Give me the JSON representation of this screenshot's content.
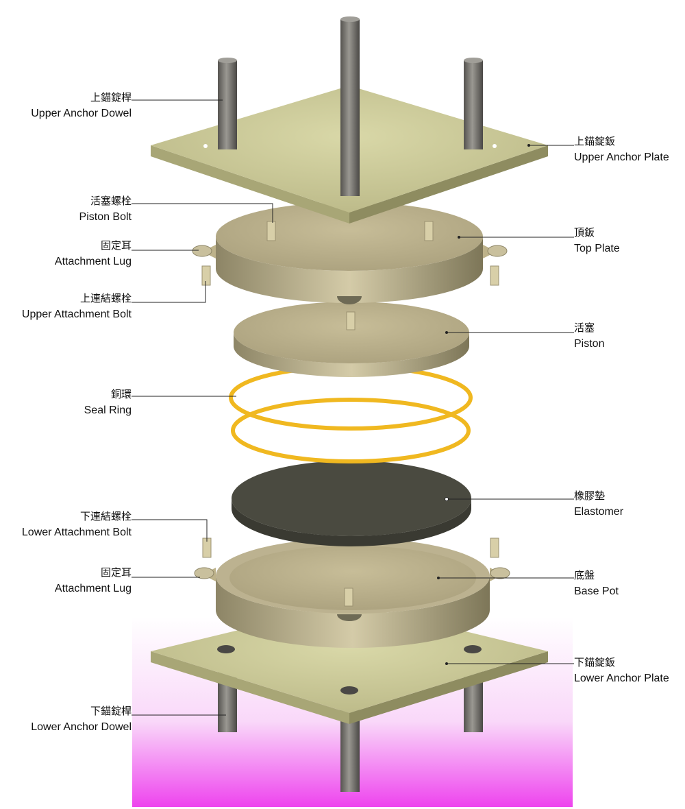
{
  "labels": {
    "upper_anchor_dowel": {
      "zh": "上錨錠桿",
      "en": "Upper Anchor Dowel"
    },
    "upper_anchor_plate": {
      "zh": "上錨錠鈑",
      "en": "Upper Anchor Plate"
    },
    "piston_bolt": {
      "zh": "活塞螺栓",
      "en": "Piston Bolt"
    },
    "top_plate": {
      "zh": "頂鈑",
      "en": "Top Plate"
    },
    "attachment_lug_upper": {
      "zh": "固定耳",
      "en": "Attachment Lug"
    },
    "upper_attachment_bolt": {
      "zh": "上連結螺栓",
      "en": "Upper Attachment Bolt"
    },
    "piston": {
      "zh": "活塞",
      "en": "Piston"
    },
    "seal_ring": {
      "zh": "銅環",
      "en": "Seal Ring"
    },
    "elastomer": {
      "zh": "橡膠墊",
      "en": "Elastomer"
    },
    "lower_attachment_bolt": {
      "zh": "下連結螺栓",
      "en": "Lower Attachment Bolt"
    },
    "attachment_lug_lower": {
      "zh": "固定耳",
      "en": "Attachment Lug"
    },
    "base_pot": {
      "zh": "底盤",
      "en": "Base Pot"
    },
    "lower_anchor_plate": {
      "zh": "下錨錠鈑",
      "en": "Lower Anchor Plate"
    },
    "lower_anchor_dowel": {
      "zh": "下錨錠桿",
      "en": "Lower Anchor Dowel"
    }
  },
  "colors": {
    "plate": "#c9c79a",
    "metal": "#bdb28a",
    "ring": "#f0b820",
    "elastomer": "#4a4a40",
    "dowel": "#6e6c68",
    "background_gradient": "#f040f0"
  }
}
